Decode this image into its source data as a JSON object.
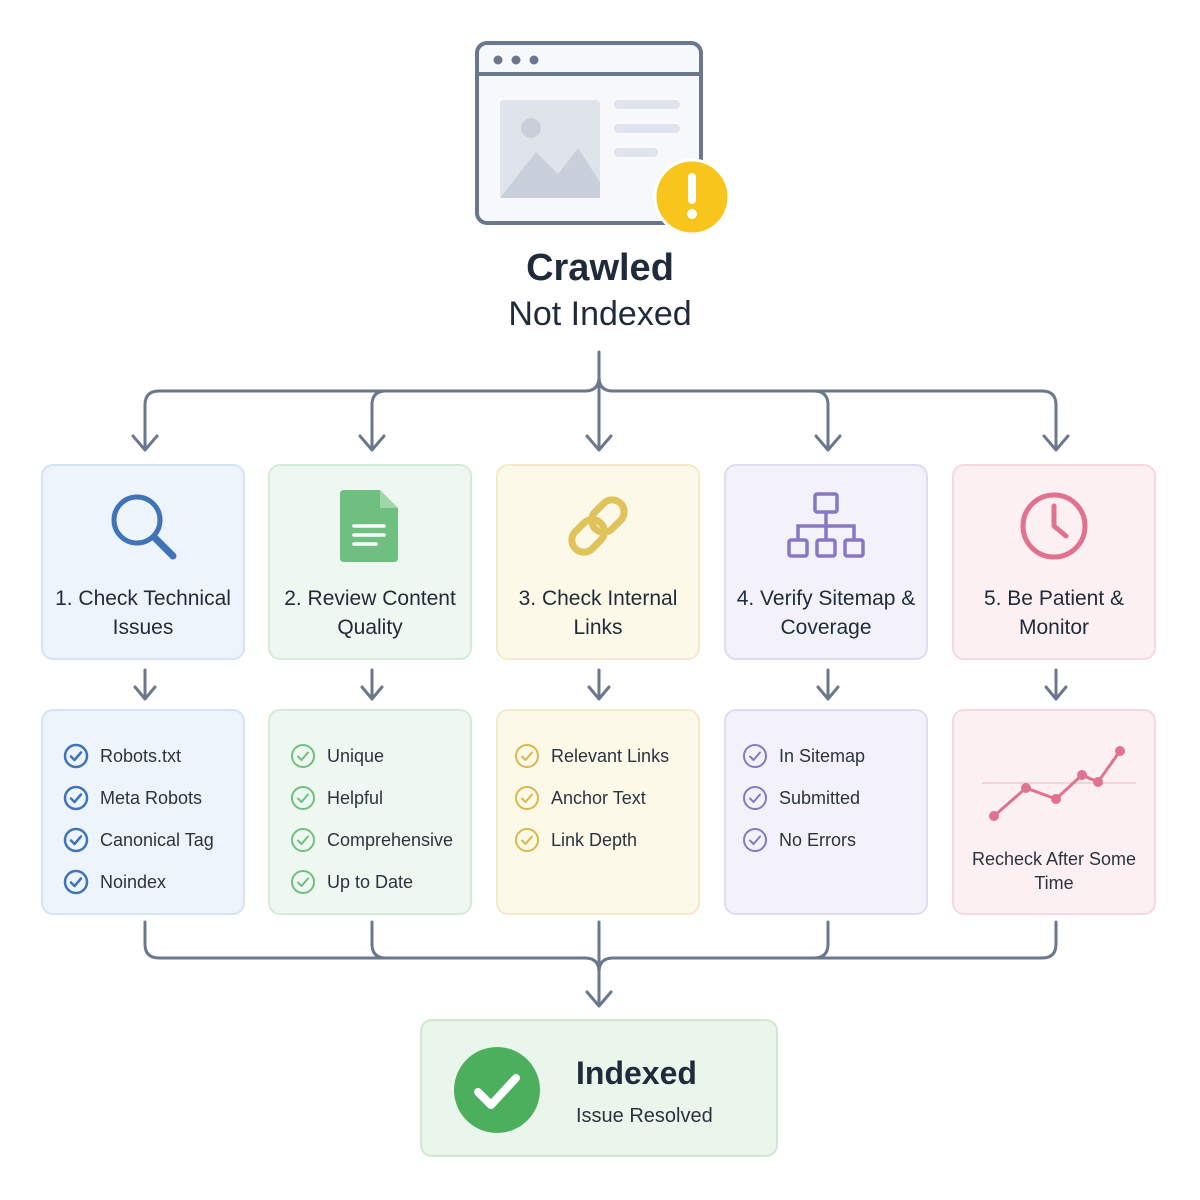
{
  "header": {
    "title": "Crawled",
    "subtitle": "Not Indexed",
    "icon": "browser-window-warning-icon"
  },
  "steps": [
    {
      "label": "1. Check Technical Issues",
      "icon": "magnifier-icon",
      "color": "#3f74b8",
      "checklist": [
        "Robots.txt",
        "Meta Robots",
        "Canonical Tag",
        "Noindex"
      ]
    },
    {
      "label": "2. Review Content Quality",
      "icon": "document-icon",
      "color": "#6fbf80",
      "checklist": [
        "Unique",
        "Helpful",
        "Comprehensive",
        "Up to Date"
      ]
    },
    {
      "label": "3. Check Internal Links",
      "icon": "chain-link-icon",
      "color": "#e0c35a",
      "checklist": [
        "Relevant Links",
        "Anchor Text",
        "Link Depth"
      ]
    },
    {
      "label": "4. Verify Sitemap & Coverage",
      "icon": "sitemap-icon",
      "color": "#8878c4",
      "checklist": [
        "In Sitemap",
        "Submitted",
        "No Errors"
      ]
    },
    {
      "label": "5. Be Patient & Monitor",
      "icon": "clock-icon",
      "color": "#e0728f",
      "note": "Recheck After Some Time",
      "chart_icon": "trend-line-chart-icon"
    }
  ],
  "result": {
    "title": "Indexed",
    "subtitle": "Issue Resolved",
    "icon": "checkmark-circle-icon",
    "color": "#4caf5e"
  },
  "connector_color": "#6b778d"
}
